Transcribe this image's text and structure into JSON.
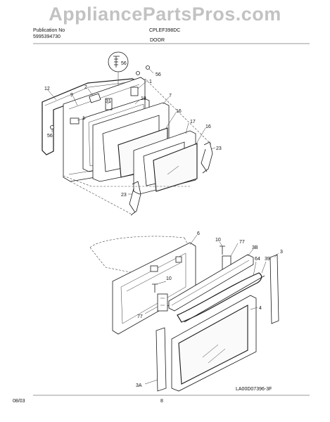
{
  "watermark": "AppliancePartsPros.com",
  "header": {
    "publication_label": "Publication No",
    "publication_number": "5995394730",
    "model": "CPLEF398DC",
    "section": "DOOR"
  },
  "footer": {
    "date": "08/03",
    "page": "8",
    "figure_code": "LA00D07396-3F"
  },
  "callouts": {
    "c56_circle": "56",
    "c56_a": "56",
    "c56_b": "56",
    "c1_a": "1",
    "c1_b": "1",
    "c2": "2",
    "c3": "3",
    "c3a": "3A",
    "c3b": "3B",
    "c4": "4",
    "c6": "6",
    "c7": "7",
    "c9": "9",
    "c10_a": "10",
    "c10_b": "10",
    "c12": "12",
    "c16_a": "16",
    "c16_b": "16",
    "c17": "17",
    "c18": "18",
    "c23_a": "23",
    "c23_b": "23",
    "c31": "31",
    "c39": "39",
    "c64": "64",
    "c77_a": "77",
    "c77_b": "77"
  }
}
